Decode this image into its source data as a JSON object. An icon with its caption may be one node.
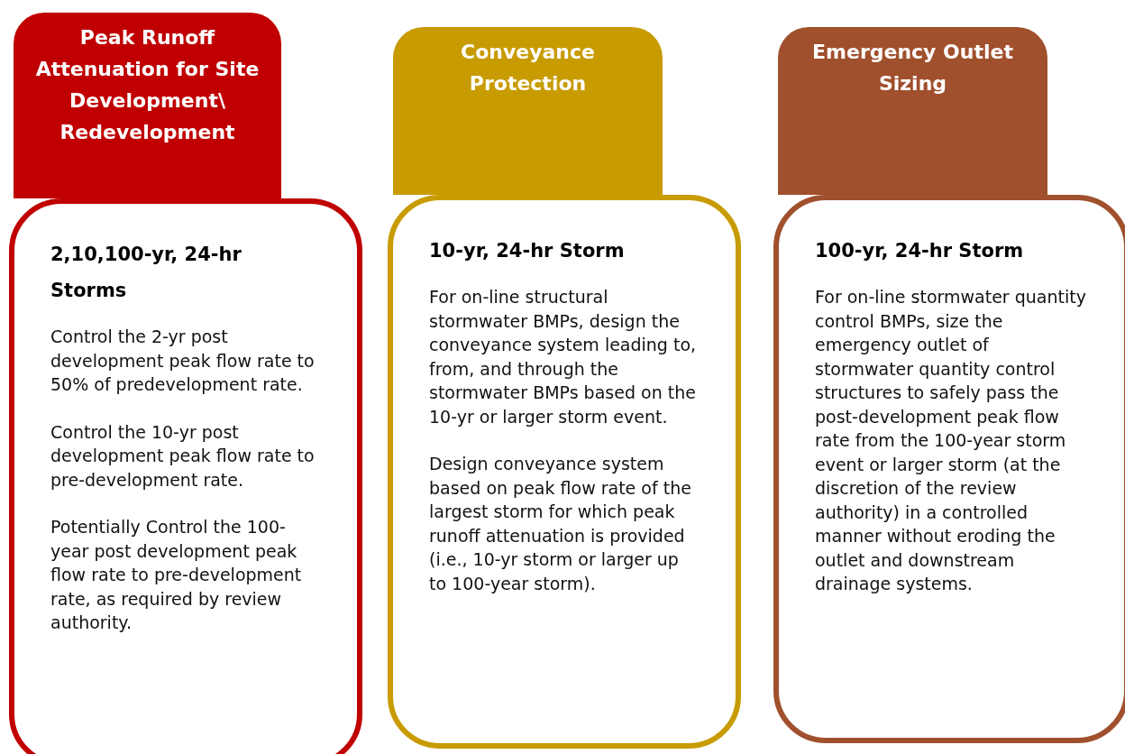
{
  "diagram": {
    "nodes": [
      {
        "text": [
          "Peak Runoff Attenuation for Site Development\\ Redevelopment"
        ]
      },
      {
        "text": [
          "2,10,100-yr, 24-hr Storms",
          "Control the 2-yr post development peak flow rate to 50% of predevelopment rate.",
          "Control the 10-yr post development peak flow rate to pre-development rate.",
          "Potentially Control the 100-year post development peak flow rate to pre-development rate, as required by review authority."
        ]
      },
      {
        "text": [
          "Conveyance Protection"
        ]
      },
      {
        "text": [
          "10-yr, 24-hr Storm",
          "For on-line structural stormwater BMPs, design the conveyance system leading to, from, and through the stormwater BMPs based on the 10-yr or larger storm event.",
          "Design conveyance system based on peak flow rate of the largest storm for which peak runoff attenuation is provided (i.e., 10-yr storm or larger up to 100-year storm)."
        ]
      },
      {
        "text": [
          "Emergency Outlet Sizing"
        ]
      },
      {
        "text": [
          "100-yr, 24-hr Storm",
          "For on-line stormwater quantity control BMPs, size the emergency outlet of stormwater quantity control structures to safely pass the post-development peak flow rate from the 100-year storm event or larger storm (at the discretion of the review authority) in a controlled manner without eroding the outlet and downstream drainage systems."
        ]
      }
    ],
    "edges": []
  }
}
